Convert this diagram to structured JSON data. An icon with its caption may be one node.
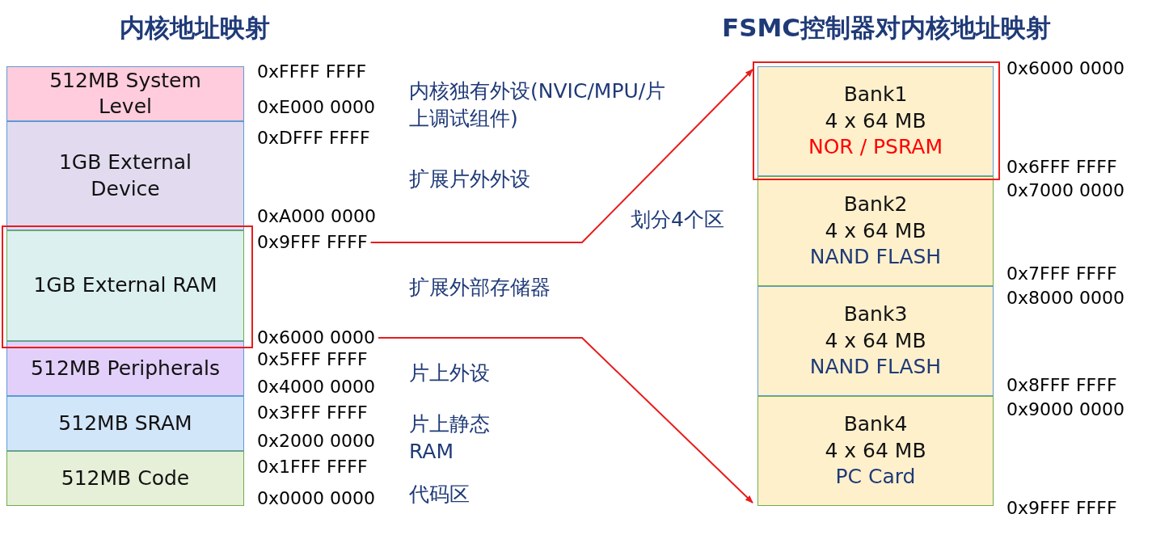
{
  "diagram": {
    "nodes": [
      {
        "text": [
          "512MB System Level"
        ]
      },
      {
        "text": [
          "1GB External Device"
        ]
      },
      {
        "text": [
          "1GB External RAM"
        ]
      },
      {
        "text": [
          "512MB Peripherals"
        ]
      },
      {
        "text": [
          "512MB SRAM"
        ]
      },
      {
        "text": [
          "512MB Code"
        ]
      },
      {
        "text": [
          "Bank1",
          "4 x 64 MB",
          "NOR / PSRAM"
        ]
      },
      {
        "text": [
          "Bank2",
          "4 x 64 MB",
          "NAND FLASH"
        ]
      },
      {
        "text": [
          "Bank3",
          "4 x 64 MB",
          "NAND FLASH"
        ]
      },
      {
        "text": [
          "Bank4",
          "4 x 64 MB",
          "PC Card"
        ]
      },
      {
        "text": [
          "0x9FFF FFFF"
        ]
      },
      {
        "text": [
          "0x6000 0000"
        ]
      }
    ],
    "edges": [
      {
        "from": 10,
        "to": 6,
        "arrow": "to"
      },
      {
        "from": 11,
        "to": 9,
        "arrow": "to"
      }
    ],
    "labels": [
      "内核地址映射",
      "FSMC控制器对内核地址映射",
      "0xFFFF FFFF",
      "内核独有外设(NVIC/MPU/片上调试组件)",
      "0xE000 0000",
      "0xDFFF FFFF",
      "扩展片外外设",
      "划分4个区",
      "0xA000 0000",
      "扩展外部存储器",
      "0x5FFF FFFF",
      "片上外设",
      "0x4000 0000",
      "0x3FFF FFFF",
      "片上静态RAM",
      "0x2000 0000",
      "0x1FFF FFFF",
      "代码区",
      "0x0000 0000",
      "0x6000 0000",
      "0x6FFF FFFF",
      "0x7000 0000",
      "0x7FFF FFFF",
      "0x8000 0000",
      "0x8FFF FFFF",
      "0x9000 0000",
      "0x9FFF FFFF"
    ]
  }
}
